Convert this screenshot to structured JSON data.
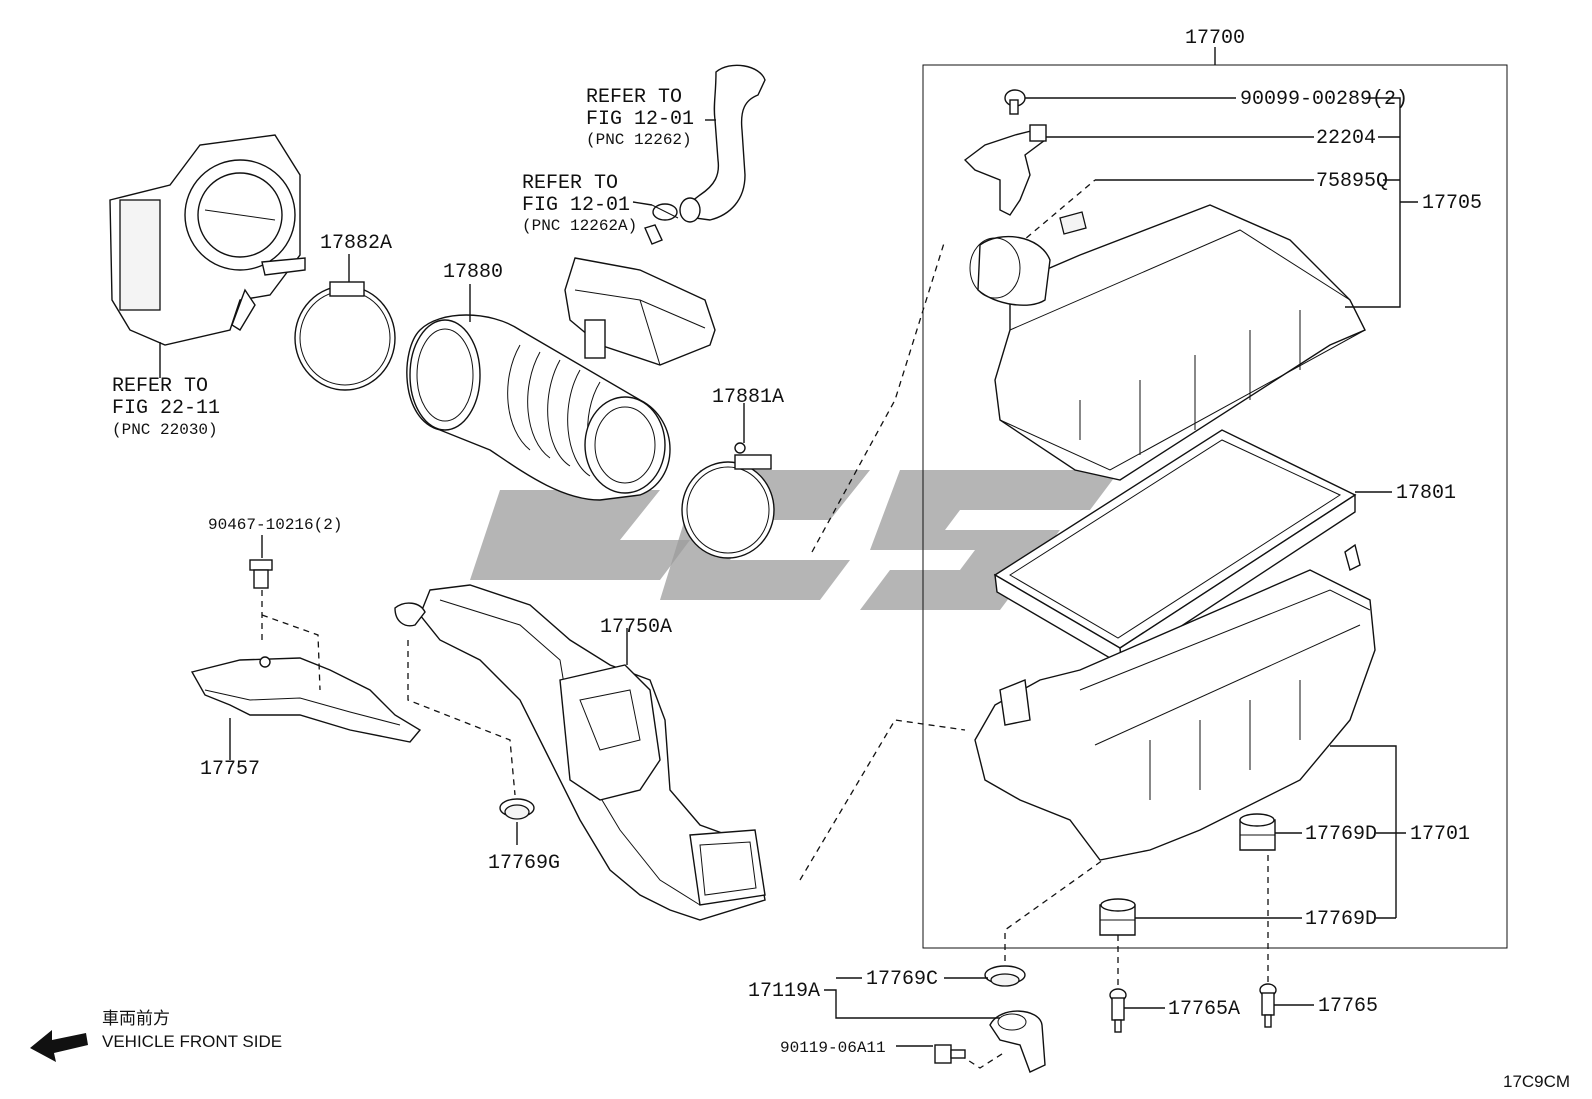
{
  "diagram_code": "17C9CM",
  "orientation": {
    "japanese": "車両前方",
    "english": "VEHICLE FRONT SIDE",
    "icon": "arrow-left-icon"
  },
  "callouts": {
    "throttle_ref": [
      "REFER TO",
      "FIG 22-11",
      "(PNC 22030)"
    ],
    "hose_ref": [
      "REFER TO",
      "FIG 12-01",
      "(PNC 12262)"
    ],
    "clip_ref": [
      "REFER TO",
      "FIG 12-01",
      "(PNC 12262A)"
    ]
  },
  "parts": {
    "p17700": "17700",
    "p90099": "90099-00289(2)",
    "p22204": "22204",
    "p75895q": "75895Q",
    "p17705": "17705",
    "p17882a": "17882A",
    "p17880": "17880",
    "p17881a": "17881A",
    "p17801": "17801",
    "p90467": "90467-10216(2)",
    "p17750a": "17750A",
    "p17757": "17757",
    "p17769g": "17769G",
    "p17769d_a": "17769D",
    "p17769d_b": "17769D",
    "p17701": "17701",
    "p17769c": "17769C",
    "p17119a": "17119A",
    "p90119": "90119-06A11",
    "p17765a": "17765A",
    "p17765": "17765"
  }
}
